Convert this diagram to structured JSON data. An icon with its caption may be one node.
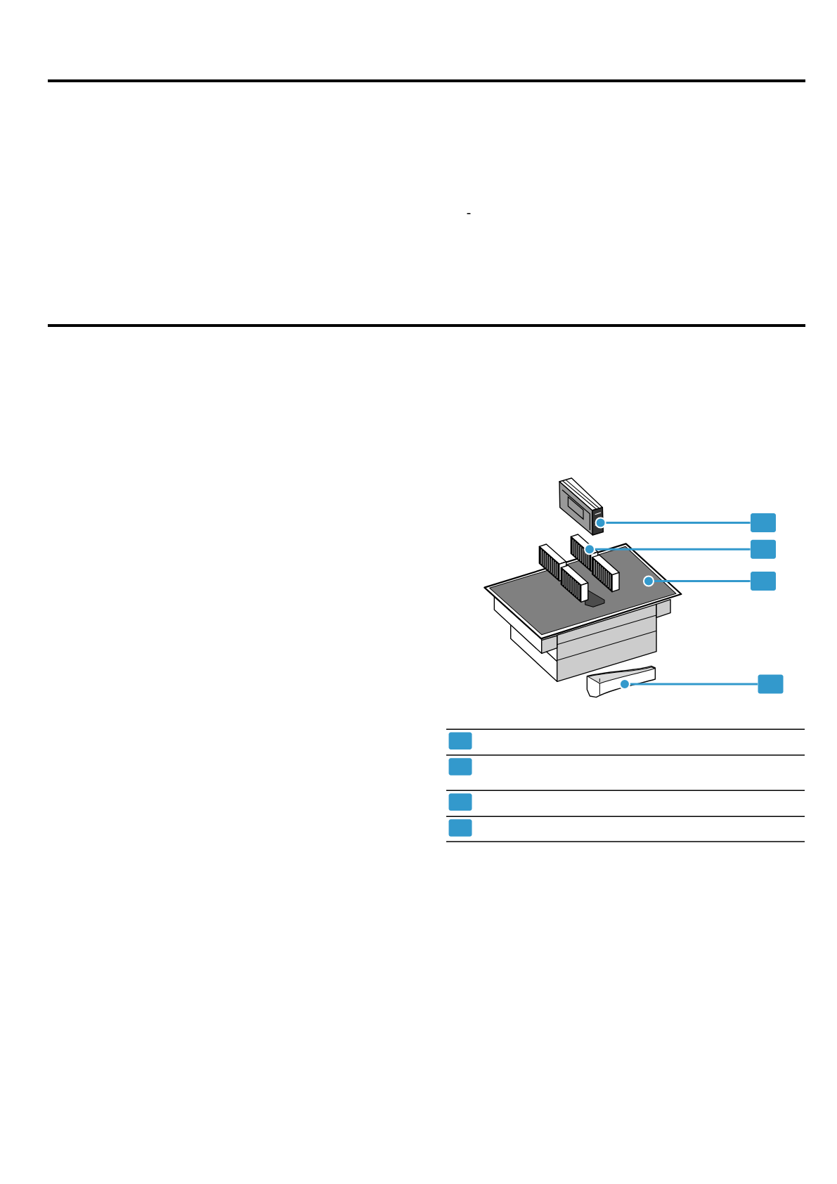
{
  "diagram": {
    "nodes": [
      {
        "text": [],
        "shape": "picture"
      },
      {
        "text": [],
        "shape": "box"
      },
      {
        "text": [],
        "shape": "picture"
      },
      {
        "text": [],
        "shape": "box"
      },
      {
        "text": [],
        "shape": "picture"
      },
      {
        "text": [],
        "shape": "box"
      },
      {
        "text": [],
        "shape": "picture"
      },
      {
        "text": [],
        "shape": "box"
      },
      {
        "text": [],
        "shape": "box"
      },
      {
        "text": [],
        "shape": "box"
      },
      {
        "text": [],
        "shape": "box"
      },
      {
        "text": [],
        "shape": "box"
      }
    ],
    "edges": [
      {
        "from": 1,
        "to": 0,
        "arrow": "other"
      },
      {
        "from": 3,
        "to": 2,
        "arrow": "other"
      },
      {
        "from": 5,
        "to": 4,
        "arrow": "other"
      },
      {
        "from": 7,
        "to": 6,
        "arrow": "other"
      }
    ],
    "labels": [
      "-"
    ]
  }
}
